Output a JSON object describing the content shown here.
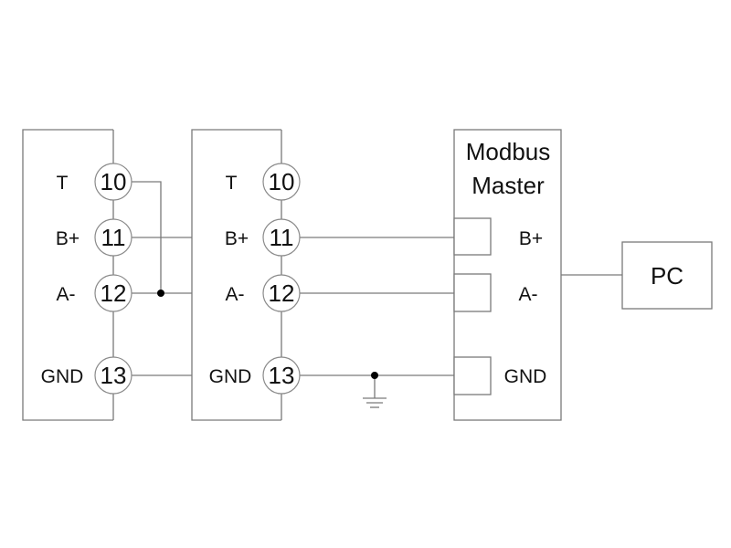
{
  "diagram": {
    "type": "RS-485 Modbus wiring diagram",
    "slave1": {
      "terminals": [
        {
          "label": "T",
          "number": "10"
        },
        {
          "label": "B+",
          "number": "11"
        },
        {
          "label": "A-",
          "number": "12"
        },
        {
          "label": "GND",
          "number": "13"
        }
      ]
    },
    "slave2": {
      "terminals": [
        {
          "label": "T",
          "number": "10"
        },
        {
          "label": "B+",
          "number": "11"
        },
        {
          "label": "A-",
          "number": "12"
        },
        {
          "label": "GND",
          "number": "13"
        }
      ]
    },
    "master": {
      "title_line1": "Modbus",
      "title_line2": "Master",
      "terminals": [
        {
          "label": "B+"
        },
        {
          "label": "A-"
        },
        {
          "label": "GND"
        }
      ]
    },
    "pc": {
      "label": "PC"
    },
    "connections": [
      "slave1.10 - slave1.12 (termination jumper)",
      "slave1.11 - slave2.11 - master.B+",
      "slave1.12 - slave2.12 - master.A-",
      "slave1.13 - slave2.13 - ground - master.GND",
      "master - PC"
    ],
    "colors": {
      "line": "#7a7a7a",
      "text": "#111111",
      "junction": "#000000"
    }
  }
}
